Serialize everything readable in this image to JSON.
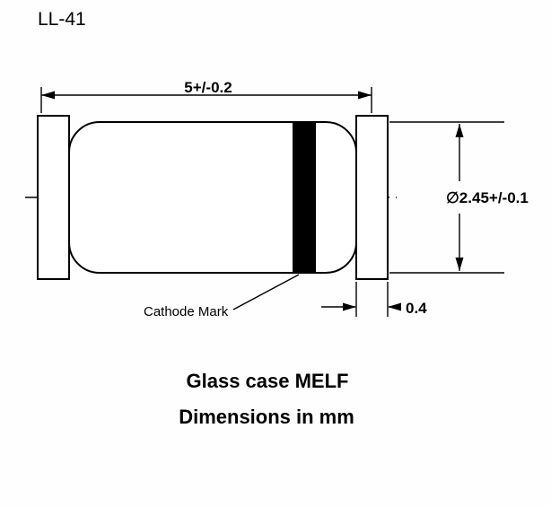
{
  "title": "LL-41",
  "diagram": {
    "dim_length": "5+/-0.2",
    "dim_diameter": "∅2.45+/-0.1",
    "dim_cap_width": "0.4",
    "cathode_label": "Cathode Mark"
  },
  "captions": {
    "case_type": "Glass case MELF",
    "units": "Dimensions in mm"
  },
  "colors": {
    "line": "#000000",
    "body_fill": "#ffffff",
    "cathode_band": "#000000",
    "background": "#fefefe"
  }
}
